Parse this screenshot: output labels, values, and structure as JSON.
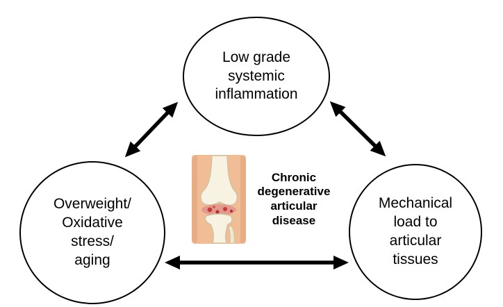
{
  "diagram": {
    "type": "cyclic-triad",
    "nodes": {
      "top": {
        "label": "Low grade\nsystemic\ninflammation"
      },
      "left": {
        "label": "Overweight/\nOxidative\nstress/\naging"
      },
      "right": {
        "label": "Mechanical\nload to\narticular\ntissues"
      }
    },
    "center": {
      "label": "Chronic\ndegenerative\narticular\ndisease",
      "image": "knee-joint-illustration"
    },
    "arrows": [
      {
        "name": "arrow-top-left",
        "between": [
          "top",
          "left"
        ],
        "bidirectional": true
      },
      {
        "name": "arrow-top-right",
        "between": [
          "top",
          "right"
        ],
        "bidirectional": true
      },
      {
        "name": "arrow-left-right",
        "between": [
          "left",
          "right"
        ],
        "bidirectional": true
      }
    ],
    "colors": {
      "background": "#ffffff",
      "node_border": "#000000",
      "arrow": "#000000",
      "text": "#000000",
      "knee_skin": "#f0bd97",
      "knee_bone": "#f7f2e2",
      "knee_inflammation": "#c23b3b"
    }
  }
}
